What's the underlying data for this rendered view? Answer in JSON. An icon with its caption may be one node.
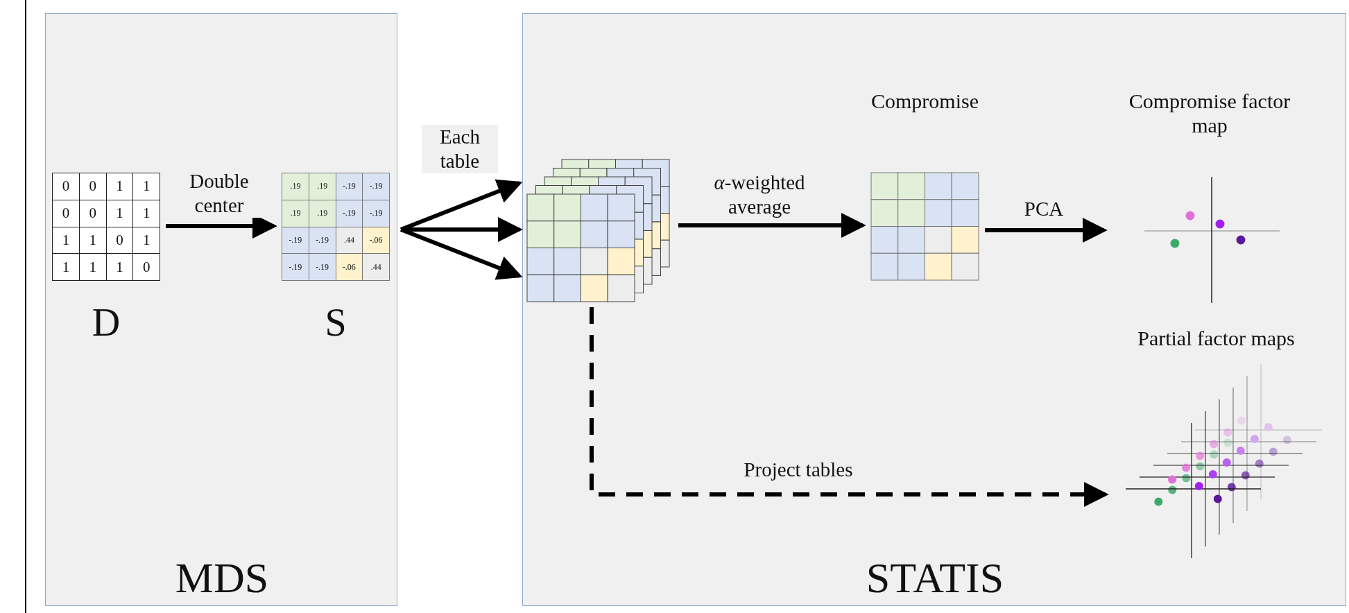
{
  "diagram": {
    "nodes": [
      {
        "text": [
          "MDS"
        ]
      },
      {
        "text": [
          "D"
        ],
        "in": 0
      },
      {
        "text": [
          "S"
        ],
        "in": 0
      },
      {
        "text": [
          "STATIS"
        ]
      },
      {
        "text": [],
        "shape": "picture",
        "in": 3
      },
      {
        "text": [
          "Compromise"
        ],
        "in": 3
      },
      {
        "text": [
          "Compromise factor map"
        ],
        "in": 3
      },
      {
        "text": [
          "Partial factor maps"
        ],
        "in": 3
      }
    ],
    "edges": [
      {
        "from": 1,
        "to": 2,
        "arrow": "to",
        "label": "Double center"
      },
      {
        "from": 0,
        "to": 4,
        "arrow": "to",
        "label": "Each table"
      },
      {
        "from": 0,
        "to": 4,
        "arrow": "to"
      },
      {
        "from": 0,
        "to": 4,
        "arrow": "to"
      },
      {
        "from": 4,
        "to": 5,
        "arrow": "to",
        "label": "*α*-weighted average"
      },
      {
        "from": 5,
        "to": 6,
        "arrow": "to",
        "label": "PCA"
      },
      {
        "from": 4,
        "to": 7,
        "arrow": "to",
        "label": "Project tables",
        "style": "dashed"
      }
    ],
    "labels": [
      "0",
      "0",
      "1",
      "1",
      "0",
      "0",
      "1",
      "1",
      "1",
      "1",
      "0",
      "1",
      "1",
      "1",
      "1",
      "0",
      ".19",
      ".19",
      "-.19",
      "-.19",
      ".19",
      ".19",
      "-.19",
      "-.19",
      "-.19",
      "-.19",
      ".44",
      "-.06",
      "-.19",
      "-.19",
      "-.06",
      ".44"
    ]
  }
}
